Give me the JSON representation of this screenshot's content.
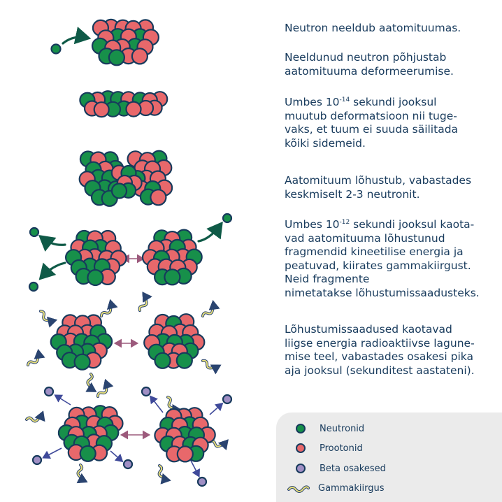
{
  "colors": {
    "neutron": "#17904a",
    "proton": "#e8686b",
    "beta": "#a08fc4",
    "gamma": "#e9e07a",
    "outline": "#173a5c",
    "arrow": "#0f5a47",
    "link": "#9c5a7c",
    "legend_bg": "#ebebeb"
  },
  "steps": [
    {
      "pre": "Neutron neeldub aatomituumas.",
      "sup": "",
      "post": ""
    },
    {
      "pre": "Neeldunud neutron põhjustab\naatomituuma deformeerumise.",
      "sup": "",
      "post": ""
    },
    {
      "pre": "Umbes 10",
      "sup": "-14",
      "post": " sekundi jooksul\nmuutub deformatsioon nii tuge-\nvaks, et tuum ei suuda säilitada\nkõiki sidemeid."
    },
    {
      "pre": "Aatomituum lõhustub, vabastades\nkeskmiselt 2-3 neutronit.",
      "sup": "",
      "post": ""
    },
    {
      "pre": "Umbes 10",
      "sup": "-12",
      "post": " sekundi jooksul kaota-\nvad aatomituuma lõhustunud\nfragmendid kineetilise energia ja\npeatuvad, kiirates  gammakiirgust.\nNeid fragmente\nnimetatakse lõhustumissaadusteks."
    },
    {
      "pre": "Lõhustumissaadused kaotavad\nliigse energia radioaktiivse lagune-\nmise teel, vabastades osakesi pika\naja jooksul (sekunditest aastateni).",
      "sup": "",
      "post": ""
    }
  ],
  "legend": [
    {
      "label": "Neutronid",
      "symbol": "neutron"
    },
    {
      "label": "Prootonid",
      "symbol": "proton"
    },
    {
      "label": "Beta osakesed",
      "symbol": "beta"
    },
    {
      "label": "Gammakiirgus",
      "symbol": "gamma"
    }
  ]
}
